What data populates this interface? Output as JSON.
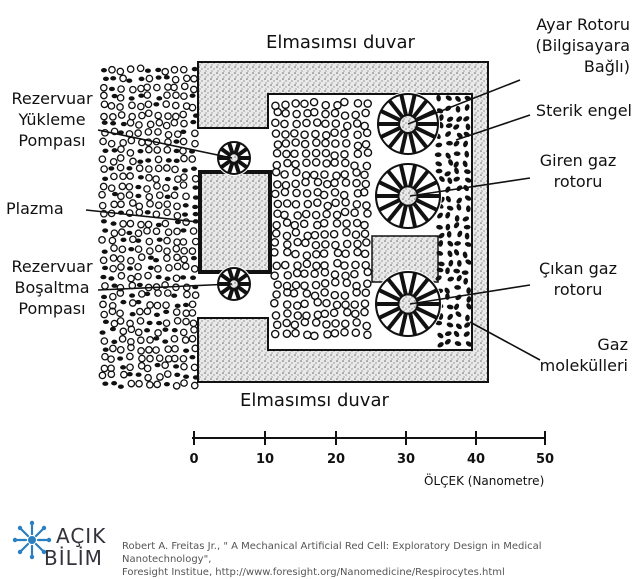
{
  "labels": {
    "wall_top": "Elmasımsı duvar",
    "wall_bottom": "Elmasımsı duvar",
    "reservoir_load": [
      "Rezervuar",
      "Yükleme",
      "Pompası"
    ],
    "plasma": "Plazma",
    "reservoir_unload": [
      "Rezervuar",
      "Boşaltma",
      "Pompası"
    ],
    "tuning_rotor": [
      "Ayar Rotoru",
      "(Bilgisayara",
      "Bağlı)"
    ],
    "steric_barrier": "Sterik engel",
    "inlet_rotor": [
      "Giren gaz",
      "rotoru"
    ],
    "outlet_rotor": [
      "Çıkan gaz",
      "rotoru"
    ],
    "gas_molecules": [
      "Gaz",
      "molekülleri"
    ]
  },
  "scale": {
    "ticks": [
      "0",
      "10",
      "20",
      "30",
      "40",
      "50"
    ],
    "title": "ÖLÇEK (Nanometre)"
  },
  "logo": {
    "line1": "AÇIK",
    "line2": "BİLİM"
  },
  "credit": {
    "line1": "Robert A. Freitas Jr., \" A Mechanical Artificial Red Cell: Exploratory Design in Medical Nanotechnology\",",
    "line2": "Foresight Institue, http://www.foresight.org/Nanomedicine/Respirocytes.html"
  },
  "colors": {
    "ink": "#111111",
    "stipple": "#cfcfcf",
    "logo_blue": "#2a7fc0"
  }
}
